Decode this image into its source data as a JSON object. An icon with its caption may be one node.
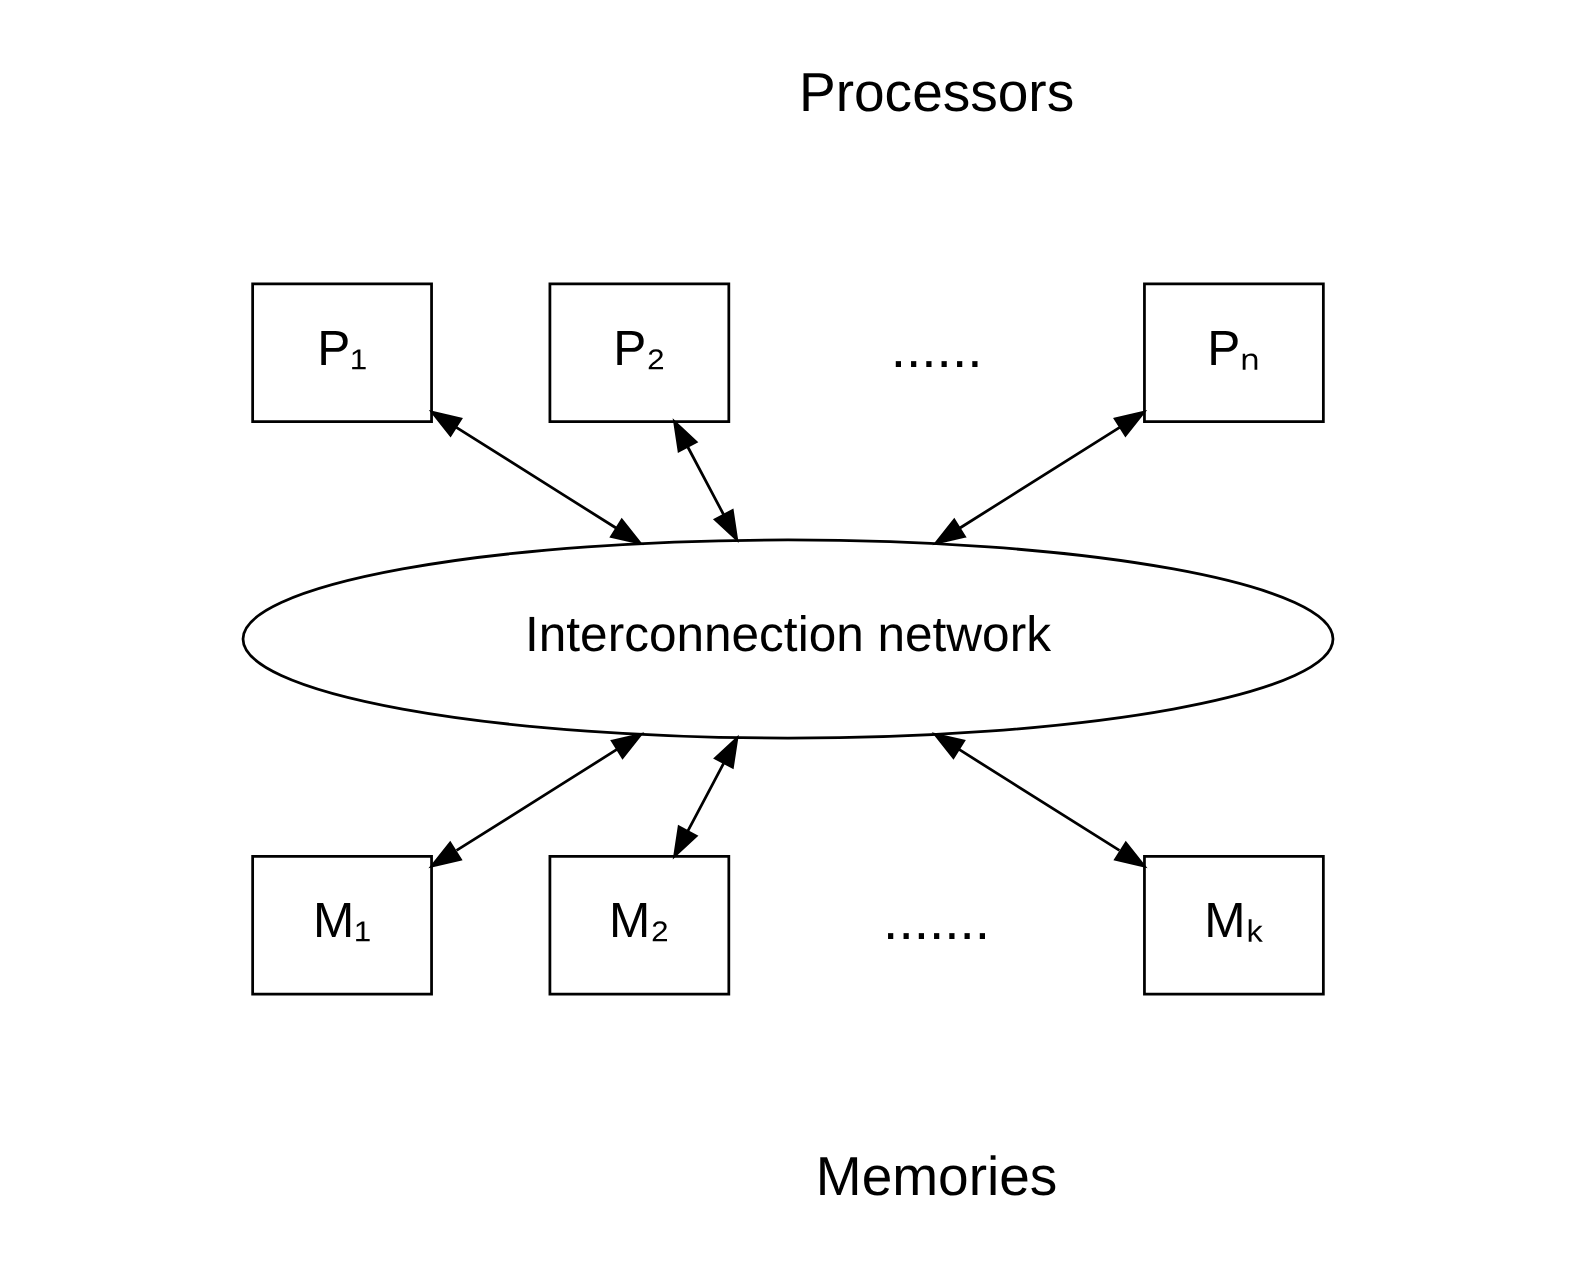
{
  "diagram": {
    "nodes": [
      {
        "text": [
          "P₁"
        ]
      },
      {
        "text": [
          "P₂"
        ]
      },
      {
        "text": [
          "Pₙ"
        ]
      },
      {
        "text": [
          "Interconnection network"
        ]
      },
      {
        "text": [
          "M₁"
        ]
      },
      {
        "text": [
          "M₂"
        ]
      },
      {
        "text": [
          "Mₖ"
        ]
      }
    ],
    "edges": [
      {
        "from": 0,
        "to": 3,
        "arrow": "both"
      },
      {
        "from": 1,
        "to": 3,
        "arrow": "both"
      },
      {
        "from": 2,
        "to": 3,
        "arrow": "both"
      },
      {
        "from": 3,
        "to": 4,
        "arrow": "both"
      },
      {
        "from": 3,
        "to": 5,
        "arrow": "both"
      },
      {
        "from": 3,
        "to": 6,
        "arrow": "both"
      }
    ],
    "labels": [
      "Processors",
      "......",
      ".......",
      "Memories"
    ]
  }
}
